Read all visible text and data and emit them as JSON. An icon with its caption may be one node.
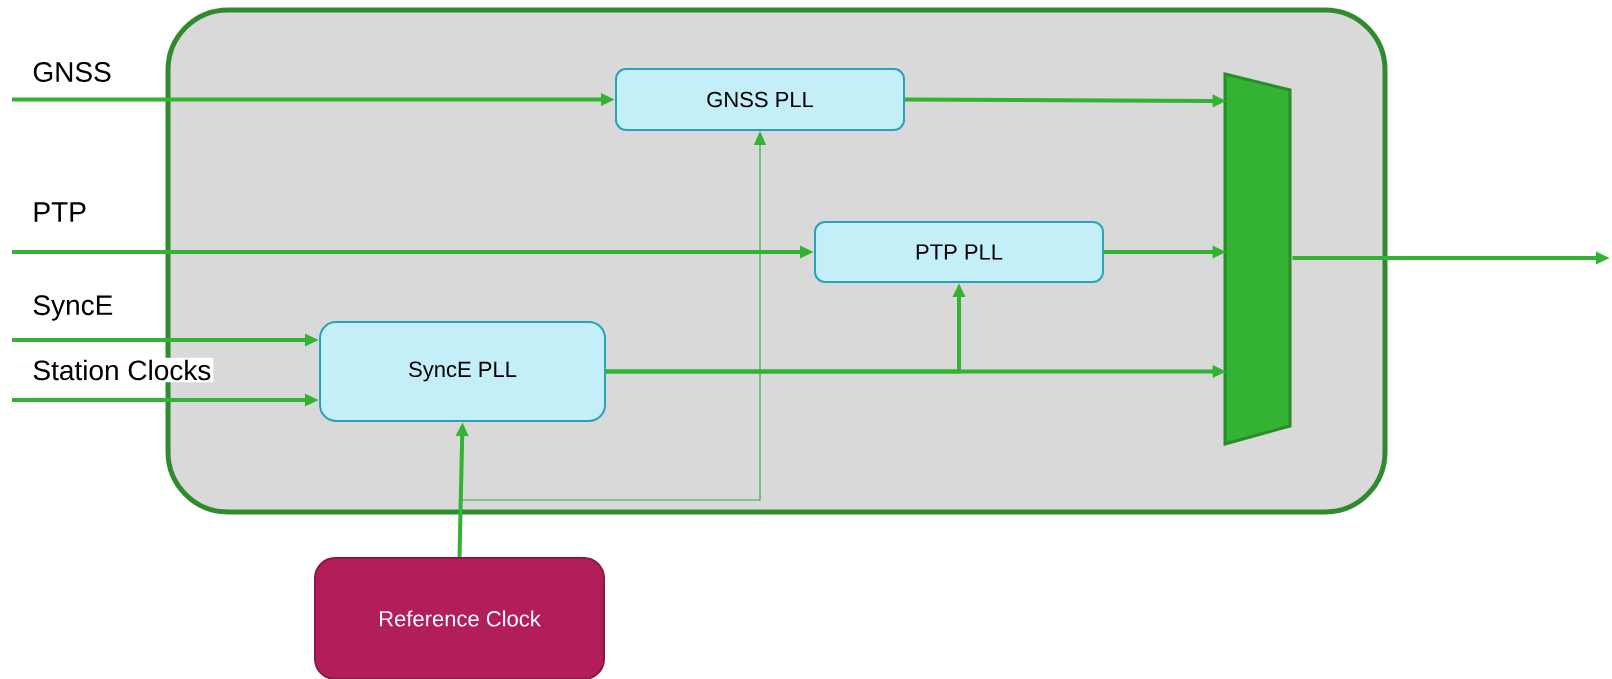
{
  "diagram": {
    "nodes": [
      {
        "text": [],
        "shape": "box"
      },
      {
        "text": [
          "GNSS PLL"
        ],
        "in": 0
      },
      {
        "text": [
          "PTP PLL"
        ],
        "in": 0
      },
      {
        "text": [
          "SyncE PLL"
        ],
        "in": 0
      },
      {
        "text": [],
        "shape": "trapezoid",
        "in": 0
      },
      {
        "text": [
          "Reference Clock"
        ]
      }
    ],
    "edges": [
      {
        "from": null,
        "to": 1,
        "arrow": "to"
      },
      {
        "from": null,
        "to": 2,
        "arrow": "to"
      },
      {
        "from": null,
        "to": 3,
        "arrow": "to"
      },
      {
        "from": null,
        "to": 3,
        "arrow": "to"
      },
      {
        "from": 1,
        "to": 4,
        "arrow": "to"
      },
      {
        "from": 2,
        "to": 4,
        "arrow": "to"
      },
      {
        "from": 3,
        "to": 4,
        "arrow": "to"
      },
      {
        "from": 3,
        "to": 2,
        "arrow": "to"
      },
      {
        "from": 5,
        "to": 3,
        "arrow": "to"
      },
      {
        "from": 5,
        "to": 1,
        "arrow": "to"
      },
      {
        "from": 4,
        "to": null,
        "arrow": "to"
      }
    ],
    "labels": [
      "GNSS",
      "PTP",
      "SyncE",
      "Station Clocks"
    ]
  }
}
